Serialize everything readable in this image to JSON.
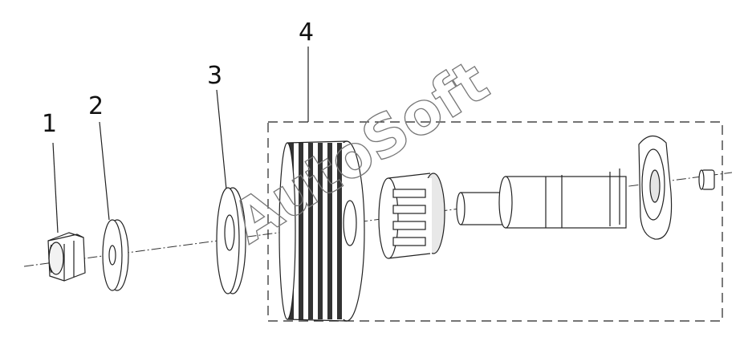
{
  "callouts": [
    {
      "label": "1"
    },
    {
      "label": "2"
    },
    {
      "label": "3"
    },
    {
      "label": "4"
    }
  ],
  "watermark": "AutoSoft",
  "colors": {
    "line": "#222222",
    "shade": "#bfbfbf",
    "watermark": "#666666"
  }
}
